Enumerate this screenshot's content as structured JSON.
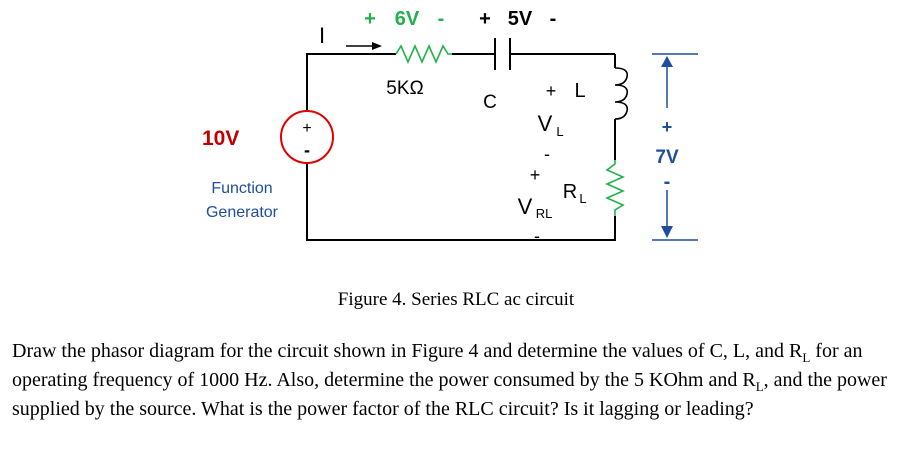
{
  "circuit": {
    "source_voltage": "10V",
    "source_name_line1": "Function",
    "source_name_line2": "Generator",
    "source_plus": "+",
    "source_minus": "-",
    "current_label": "I",
    "resistor_voltage_plus": "+",
    "resistor_voltage_value": "6V",
    "resistor_voltage_minus": "-",
    "resistor_value": "5KΩ",
    "capacitor_voltage_plus": "+",
    "capacitor_voltage_value": "5V",
    "capacitor_voltage_minus": "-",
    "capacitor_label": "C",
    "inductor_plus": "+",
    "inductor_label": "L",
    "inductor_voltage_main": "V",
    "inductor_voltage_sub": "L",
    "inductor_minus": "-",
    "rl_plus": "+",
    "rl_voltage_main": "V",
    "rl_voltage_sub": "RL",
    "rl_minus": "-",
    "rl_label_main": "R",
    "rl_label_sub": "L",
    "output_plus": "+",
    "output_voltage": "7V",
    "output_minus": "-",
    "colors": {
      "wire": "#000000",
      "source_circle": "#e00000",
      "resistor": "#22b14c",
      "positive_text": "#22b14c",
      "red_text": "#c00000",
      "blue_text": "#1f4e9c",
      "arrow": "#1f4e9c"
    }
  },
  "caption": "Figure 4. Series RLC ac circuit",
  "question": {
    "part1": "Draw the phasor diagram for the circuit shown in Figure 4 and determine the values of C, L, and R",
    "sub1": "L",
    "part2": " for an operating frequency of 1000 Hz. Also, determine the power consumed by the 5 KOhm and R",
    "sub2": "L",
    "part3": ", and the power supplied by the source. What is the power factor of the RLC circuit? Is it lagging or leading?"
  }
}
